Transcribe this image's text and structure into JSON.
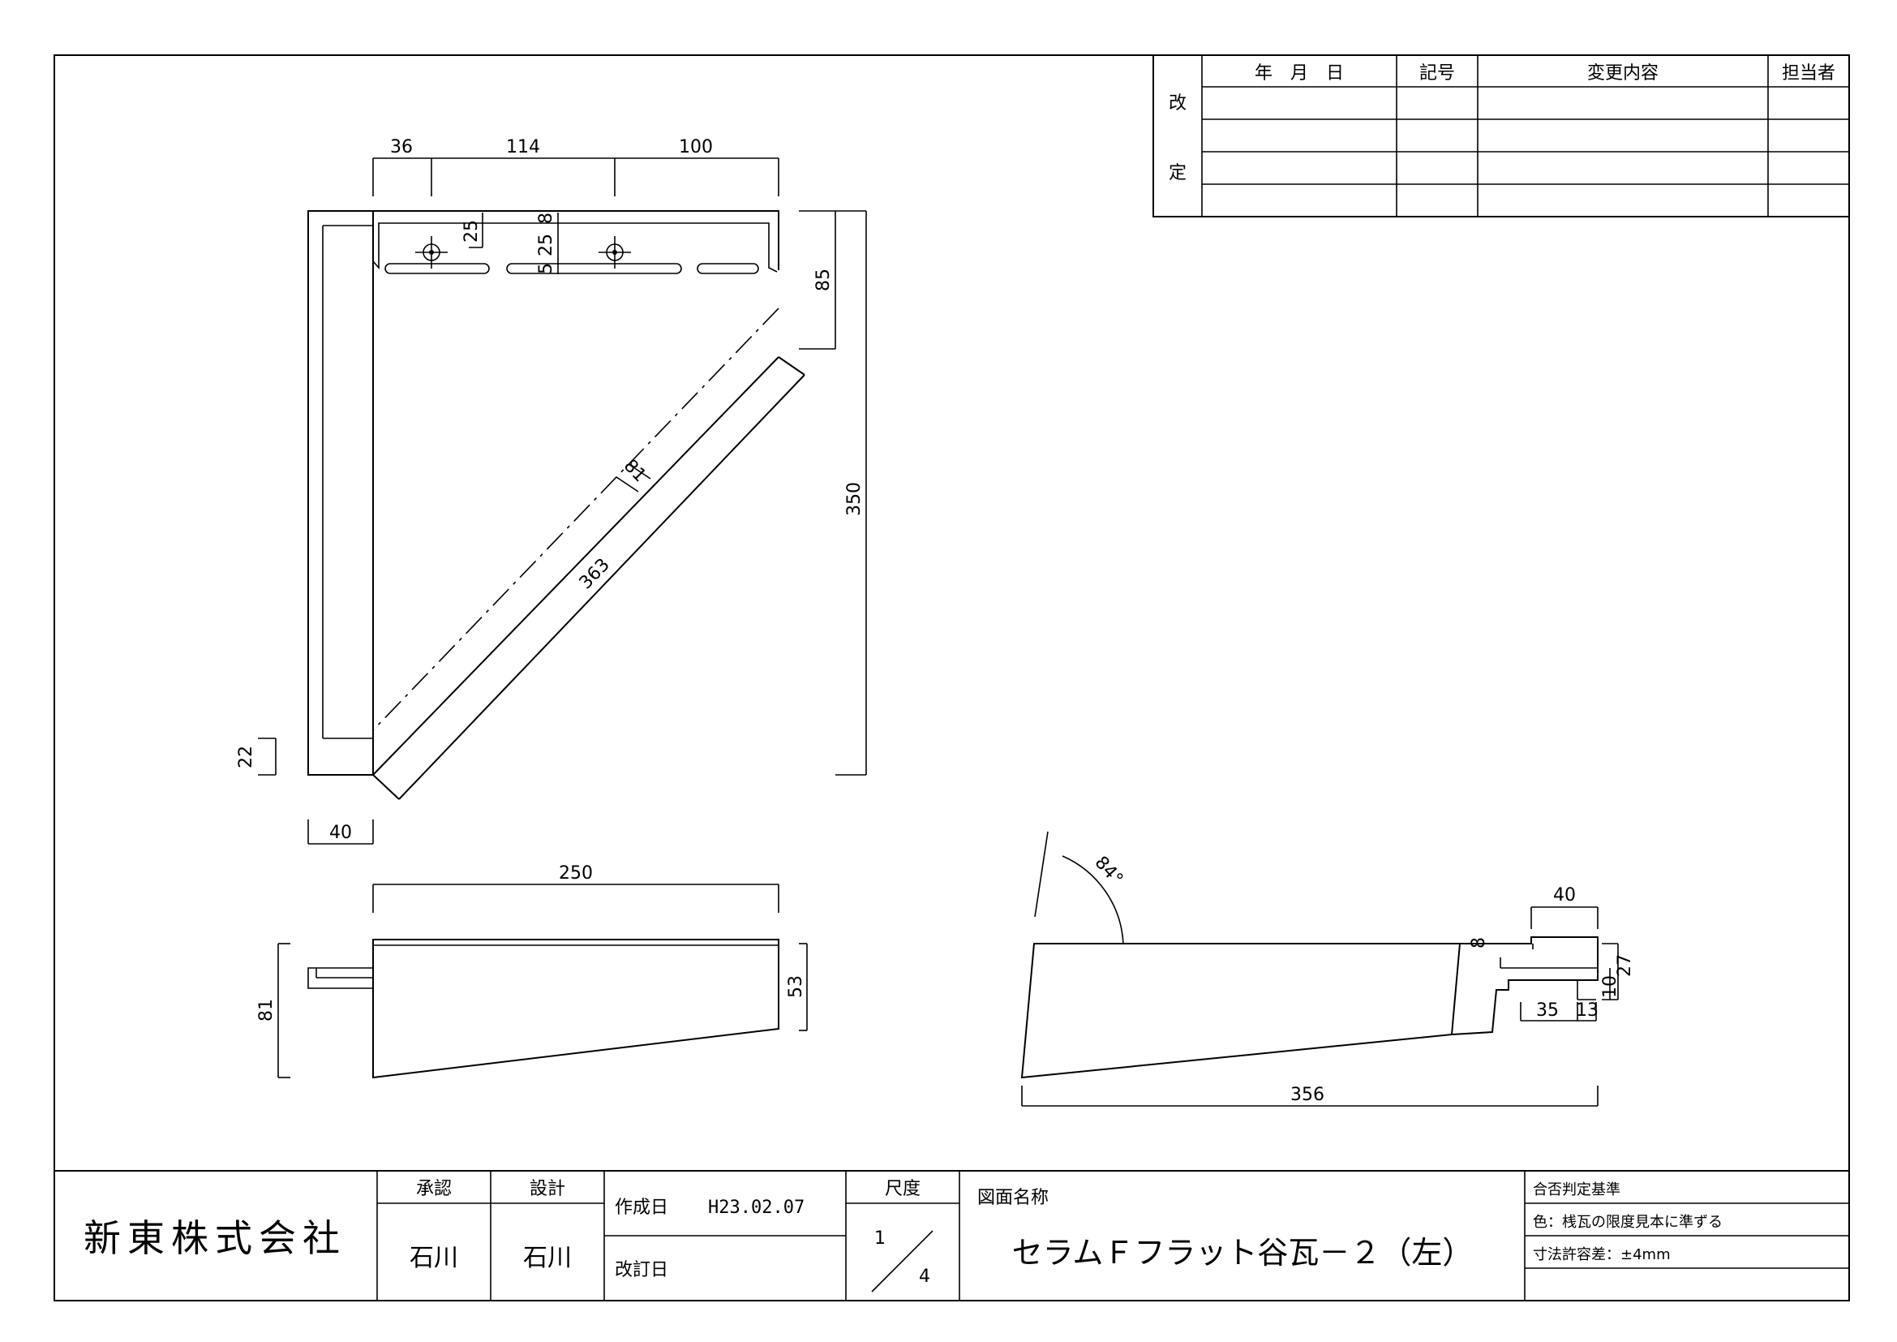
{
  "revision_table": {
    "headers": {
      "date": "年　月　日",
      "mark": "記号",
      "content": "変更内容",
      "person": "担当者"
    },
    "side_label_top": "改",
    "side_label_bottom": "定"
  },
  "plan_view": {
    "dims": {
      "top_a": "36",
      "top_b": "114",
      "top_c": "100",
      "slot_depth": "25",
      "hole_a": "8",
      "hole_b": "25",
      "hole_c": "5",
      "right_short": "85",
      "right_total": "350",
      "diag_width": "81",
      "diag_length": "363",
      "left_small": "22",
      "bottom_left": "40"
    }
  },
  "side_view": {
    "dims": {
      "width": "250",
      "height_total": "81",
      "height_right": "53"
    }
  },
  "section_view": {
    "dims": {
      "angle": "84°",
      "lip_width": "40",
      "lip_small": "8",
      "lip_height": "27",
      "lip_inner": "10",
      "lip_a": "35",
      "lip_b": "13",
      "length": "356"
    }
  },
  "title_block": {
    "company": "新東株式会社",
    "approval_label": "承認",
    "approval_name": "石川",
    "design_label": "設計",
    "design_name": "石川",
    "created_label": "作成日",
    "created_date": "H23.02.07",
    "revised_label": "改訂日",
    "scale_label": "尺度",
    "scale_num": "1",
    "scale_den": "4",
    "drawing_name_label": "図面名称",
    "drawing_name": "セラムＦフラット谷瓦－２（左）",
    "criteria_title": "合否判定基準",
    "criteria_color": "色：桟瓦の限度見本に準ずる",
    "criteria_tolerance": "寸法許容差：±4mm"
  }
}
